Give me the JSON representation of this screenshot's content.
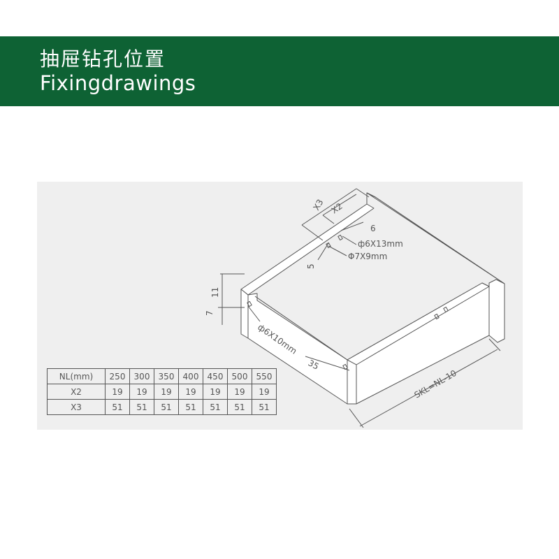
{
  "header": {
    "title_cn": "抽屉钻孔位置",
    "title_en": "Fixingdrawings",
    "bg_color": "#0e6234"
  },
  "diagram": {
    "labels": {
      "x3": "X3",
      "x2": "X2",
      "dim_6": "6",
      "hole_6x13": "ф6X13mm",
      "hole_7x9": "Φ7X9mm",
      "dim_5": "5",
      "dim_11": "11",
      "dim_7": "7",
      "hole_6x10": "ф6X10mm",
      "dim_35": "35",
      "skl": "SKL=NL-10"
    }
  },
  "table": {
    "rows": [
      [
        "NL(mm)",
        "250",
        "300",
        "350",
        "400",
        "450",
        "500",
        "550"
      ],
      [
        "X2",
        "19",
        "19",
        "19",
        "19",
        "19",
        "19",
        "19"
      ],
      [
        "X3",
        "51",
        "51",
        "51",
        "51",
        "51",
        "51",
        "51"
      ]
    ]
  }
}
